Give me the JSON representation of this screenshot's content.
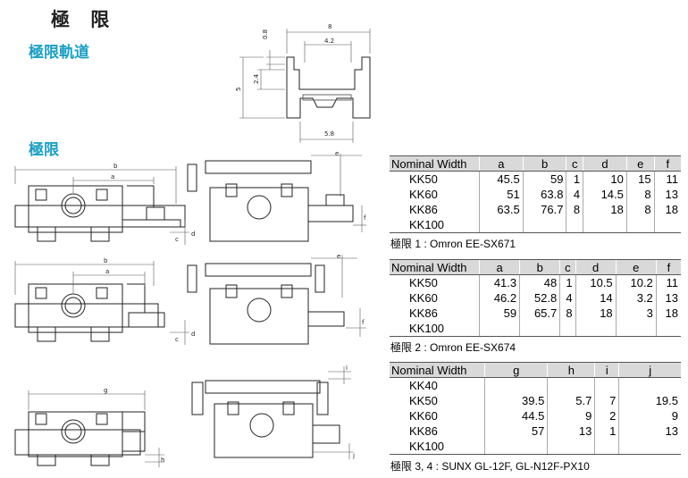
{
  "page": {
    "title": "極 限",
    "rail_heading": "極限軌道",
    "limit_heading": "極限"
  },
  "rail_dims": {
    "top": "8",
    "inner": "4.2",
    "depth": "0.8",
    "height": "5",
    "slot": "2.4",
    "bottom": "5.8"
  },
  "drawing_labels": {
    "a": "a",
    "b": "b",
    "c": "c",
    "d": "d",
    "e": "e",
    "f": "f",
    "g": "g",
    "h": "h",
    "i": "i",
    "j": "j"
  },
  "table1": {
    "headers": [
      "Nominal Width",
      "a",
      "b",
      "c",
      "d",
      "e",
      "f"
    ],
    "rows": [
      [
        "KK50",
        "45.5",
        "59",
        "1",
        "10",
        "15",
        "11"
      ],
      [
        "KK60",
        "51",
        "63.8",
        "4",
        "14.5",
        "8",
        "13"
      ],
      [
        "KK86",
        "63.5",
        "76.7",
        "8",
        "18",
        "8",
        "18"
      ],
      [
        "KK100",
        "",
        "",
        "",
        "",
        "",
        ""
      ]
    ],
    "caption": "極限 1 : Omron EE-SX671"
  },
  "table2": {
    "headers": [
      "Nominal Width",
      "a",
      "b",
      "c",
      "d",
      "e",
      "f"
    ],
    "rows": [
      [
        "KK50",
        "41.3",
        "48",
        "1",
        "10.5",
        "10.2",
        "11"
      ],
      [
        "KK60",
        "46.2",
        "52.8",
        "4",
        "14",
        "3.2",
        "13"
      ],
      [
        "KK86",
        "59",
        "65.7",
        "8",
        "18",
        "3",
        "18"
      ],
      [
        "KK100",
        "",
        "",
        "",
        "",
        "",
        ""
      ]
    ],
    "caption": "極限 2 : Omron EE-SX674"
  },
  "table3": {
    "headers": [
      "Nominal Width",
      "g",
      "h",
      "i",
      "j"
    ],
    "rows": [
      [
        "KK40",
        "",
        "",
        "",
        ""
      ],
      [
        "KK50",
        "39.5",
        "5.7",
        "7",
        "19.5"
      ],
      [
        "KK60",
        "44.5",
        "9",
        "2",
        "9"
      ],
      [
        "KK86",
        "57",
        "13",
        "1",
        "13"
      ],
      [
        "KK100",
        "",
        "",
        "",
        ""
      ]
    ],
    "caption": "極限 3, 4 : SUNX GL-12F, GL-N12F-PX10"
  }
}
